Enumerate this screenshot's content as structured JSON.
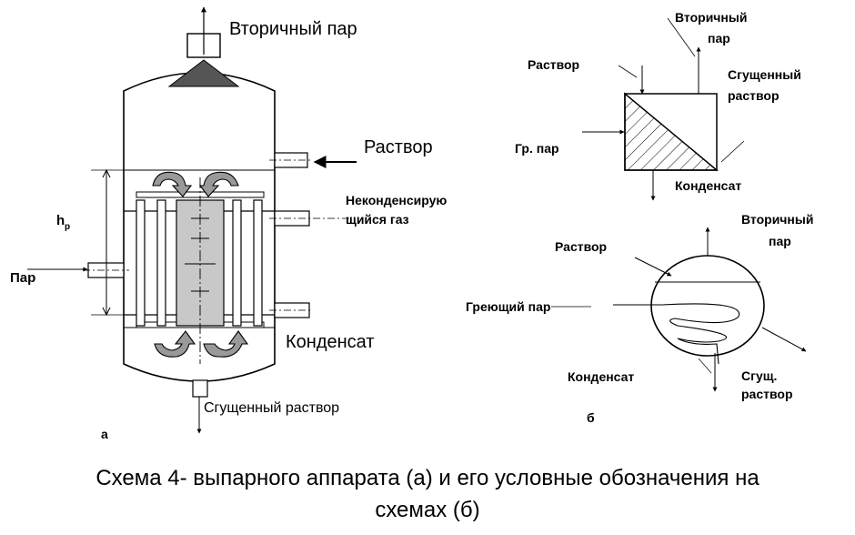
{
  "apparatus": {
    "secondary_steam": "Вторичный пар",
    "solution": "Раствор",
    "noncondensing_1": "Неконденсирую",
    "noncondensing_2": "щийся газ",
    "steam": "Пар",
    "height_label": "h",
    "height_sub": "р",
    "condensate": "Конденсат",
    "concentrated": "Сгущенный  раствор",
    "letter": "а"
  },
  "symbol_top": {
    "secondary_1": "Вторичный",
    "secondary_2": "пар",
    "solution": "Раствор",
    "concentrated_1": "Сгущенный",
    "concentrated_2": "раствор",
    "heating_steam": "Гр. пар",
    "condensate": "Конденсат"
  },
  "symbol_bottom": {
    "secondary_1": "Вторичный",
    "secondary_2": "пар",
    "solution": "Раствор",
    "heating_steam": "Греющий  пар",
    "condensate": "Конденсат",
    "concentrated_1": "Сгущ.",
    "concentrated_2": "раствор",
    "letter": "б"
  },
  "caption": {
    "line1": "Схема 4-  выпарного аппарата (а) и его условные обозначения на",
    "line2": "схемах (б)"
  }
}
